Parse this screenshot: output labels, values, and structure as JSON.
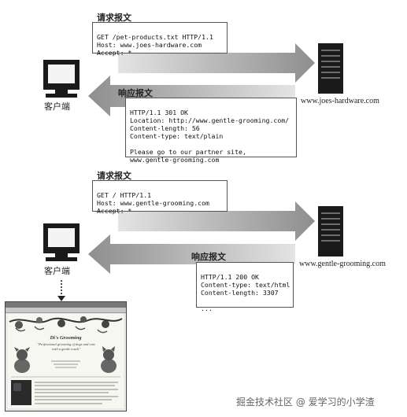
{
  "scene1": {
    "request_label": "请求报文",
    "request_lines": [
      "GET /pet-products.txt HTTP/1.1",
      "Host: www.joes-hardware.com",
      "Accept: *"
    ],
    "response_label": "响应报文",
    "response_lines": [
      "HTTP/1.1 301 OK",
      "Location: http://www.gentle-grooming.com/",
      "Content-length: 56",
      "Content-type: text/plain",
      "",
      "Please go to our partner site,",
      "www.gentle-grooming.com"
    ],
    "client_label": "客户端",
    "server_label": "www.joes-hardware.com"
  },
  "scene2": {
    "request_label": "请求报文",
    "request_lines": [
      "GET / HTTP/1.1",
      "Host: www.gentle-grooming.com",
      "Accept: *"
    ],
    "response_label": "响应报文",
    "response_lines": [
      "HTTP/1.1 200 OK",
      "Content-type: text/html",
      "Content-length: 3307",
      "",
      "..."
    ],
    "client_label": "客户端",
    "server_label": "www.gentle-grooming.com"
  },
  "browser": {
    "site_title": "Di's Grooming",
    "tagline": "\"Professional grooming of dogs and cats with a gentle touch\""
  },
  "watermark": "掘金技术社区 @ 爱学习的小学渣",
  "colors": {
    "arrow": "#a8a8a8",
    "box_border": "#555555",
    "device": "#1a1a1a"
  }
}
